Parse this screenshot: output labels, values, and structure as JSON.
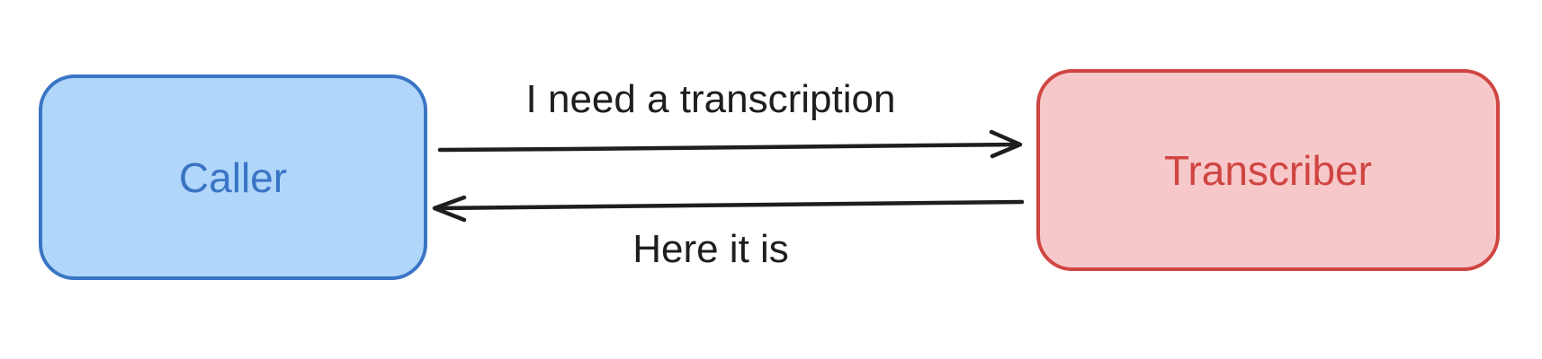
{
  "nodes": {
    "caller": {
      "label": "Caller",
      "fill": "#b0d6fa",
      "stroke": "#3a74c4",
      "text_color": "#3a74c4"
    },
    "transcriber": {
      "label": "Transcriber",
      "fill": "#f7c8c9",
      "stroke": "#d04542",
      "text_color": "#d04542"
    }
  },
  "edges": [
    {
      "from": "Caller",
      "to": "Transcriber",
      "label": "I need a transcription",
      "color": "#1e1e1e"
    },
    {
      "from": "Transcriber",
      "to": "Caller",
      "label": "Here it is",
      "color": "#1e1e1e"
    }
  ]
}
